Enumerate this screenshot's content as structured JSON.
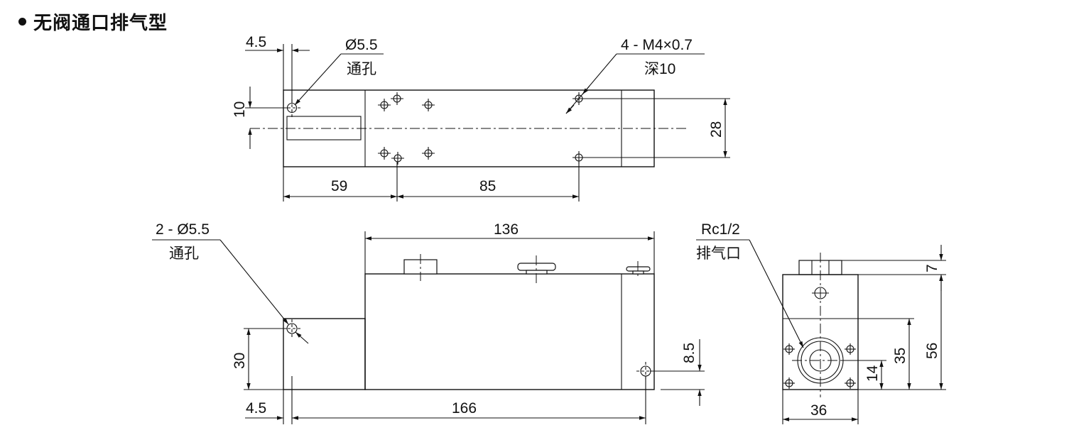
{
  "title": "无阀通口排气型",
  "top_view": {
    "dim_offset": "4.5",
    "hole_size": "Ø5.5",
    "hole_type": "通孔",
    "thread_spec": "4 - M4×0.7",
    "thread_depth": "深10",
    "dim_hole_height": "10",
    "dim_height": "28",
    "dim_left": "59",
    "dim_mid": "85"
  },
  "front_view": {
    "hole_size": "2 - Ø5.5",
    "hole_type": "通孔",
    "dim_top": "136",
    "dim_height": "30",
    "dim_offset": "4.5",
    "dim_length": "166",
    "dim_right_hole": "8.5"
  },
  "side_view": {
    "port_spec": "Rc1/2",
    "port_type": "排气口",
    "dim_cap": "7",
    "dim_total": "56",
    "dim_mid": "35",
    "dim_low": "14",
    "dim_width": "36"
  }
}
